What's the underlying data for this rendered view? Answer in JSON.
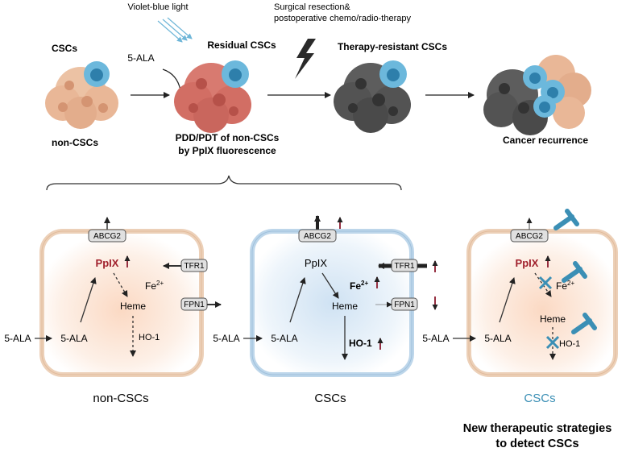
{
  "top": {
    "light_label": "Violet-blue light",
    "surgery_line1": "Surgical resection&",
    "surgery_line2": "postoperative chemo/radio-therapy",
    "csc_label": "CSCs",
    "non_csc_label": "non-CSCs",
    "ala_label": "5-ALA",
    "residual_label": "Residual CSCs",
    "pdd_line1": "PDD/PDT of non-CSCs",
    "pdd_line2": "by PpIX fluorescence",
    "resistant_label": "Therapy-resistant CSCs",
    "recurrence_label": "Cancer recurrence"
  },
  "cells": [
    {
      "caption": "non-CSCs",
      "abcg2": "ABCG2",
      "ppix": "PpIX",
      "tfr1": "TFR1",
      "fpn1": "FPN1",
      "fe": "Fe",
      "fe_sup": "2+",
      "heme": "Heme",
      "ho1": "HO-1",
      "ala_out": "5-ALA",
      "ala_in": "5-ALA"
    },
    {
      "caption": "CSCs",
      "abcg2": "ABCG2",
      "ppix": "PpIX",
      "tfr1": "TFR1",
      "fpn1": "FPN1",
      "fe": "Fe",
      "fe_sup": "2+",
      "heme": "Heme",
      "ho1": "HO-1",
      "ala_out": "5-ALA",
      "ala_in": "5-ALA"
    },
    {
      "caption": "CSCs",
      "abcg2": "ABCG2",
      "ppix": "PpIX",
      "fe": "Fe",
      "fe_sup": "2+",
      "heme": "Heme",
      "ho1": "HO-1",
      "ala_out": "5-ALA",
      "ala_in": "5-ALA"
    }
  ],
  "strategy_line1": "New therapeutic strategies",
  "strategy_line2": "to detect CSCs",
  "colors": {
    "ppix_red": "#a0202c",
    "up_arrow": "#8b1a2e",
    "inhibitor_blue": "#3b8fb5",
    "csc_teal": "#4aa8cf",
    "non_csc_beige": "#e8b898",
    "residual_red": "#d9786e",
    "resistant_gray": "#555555"
  }
}
